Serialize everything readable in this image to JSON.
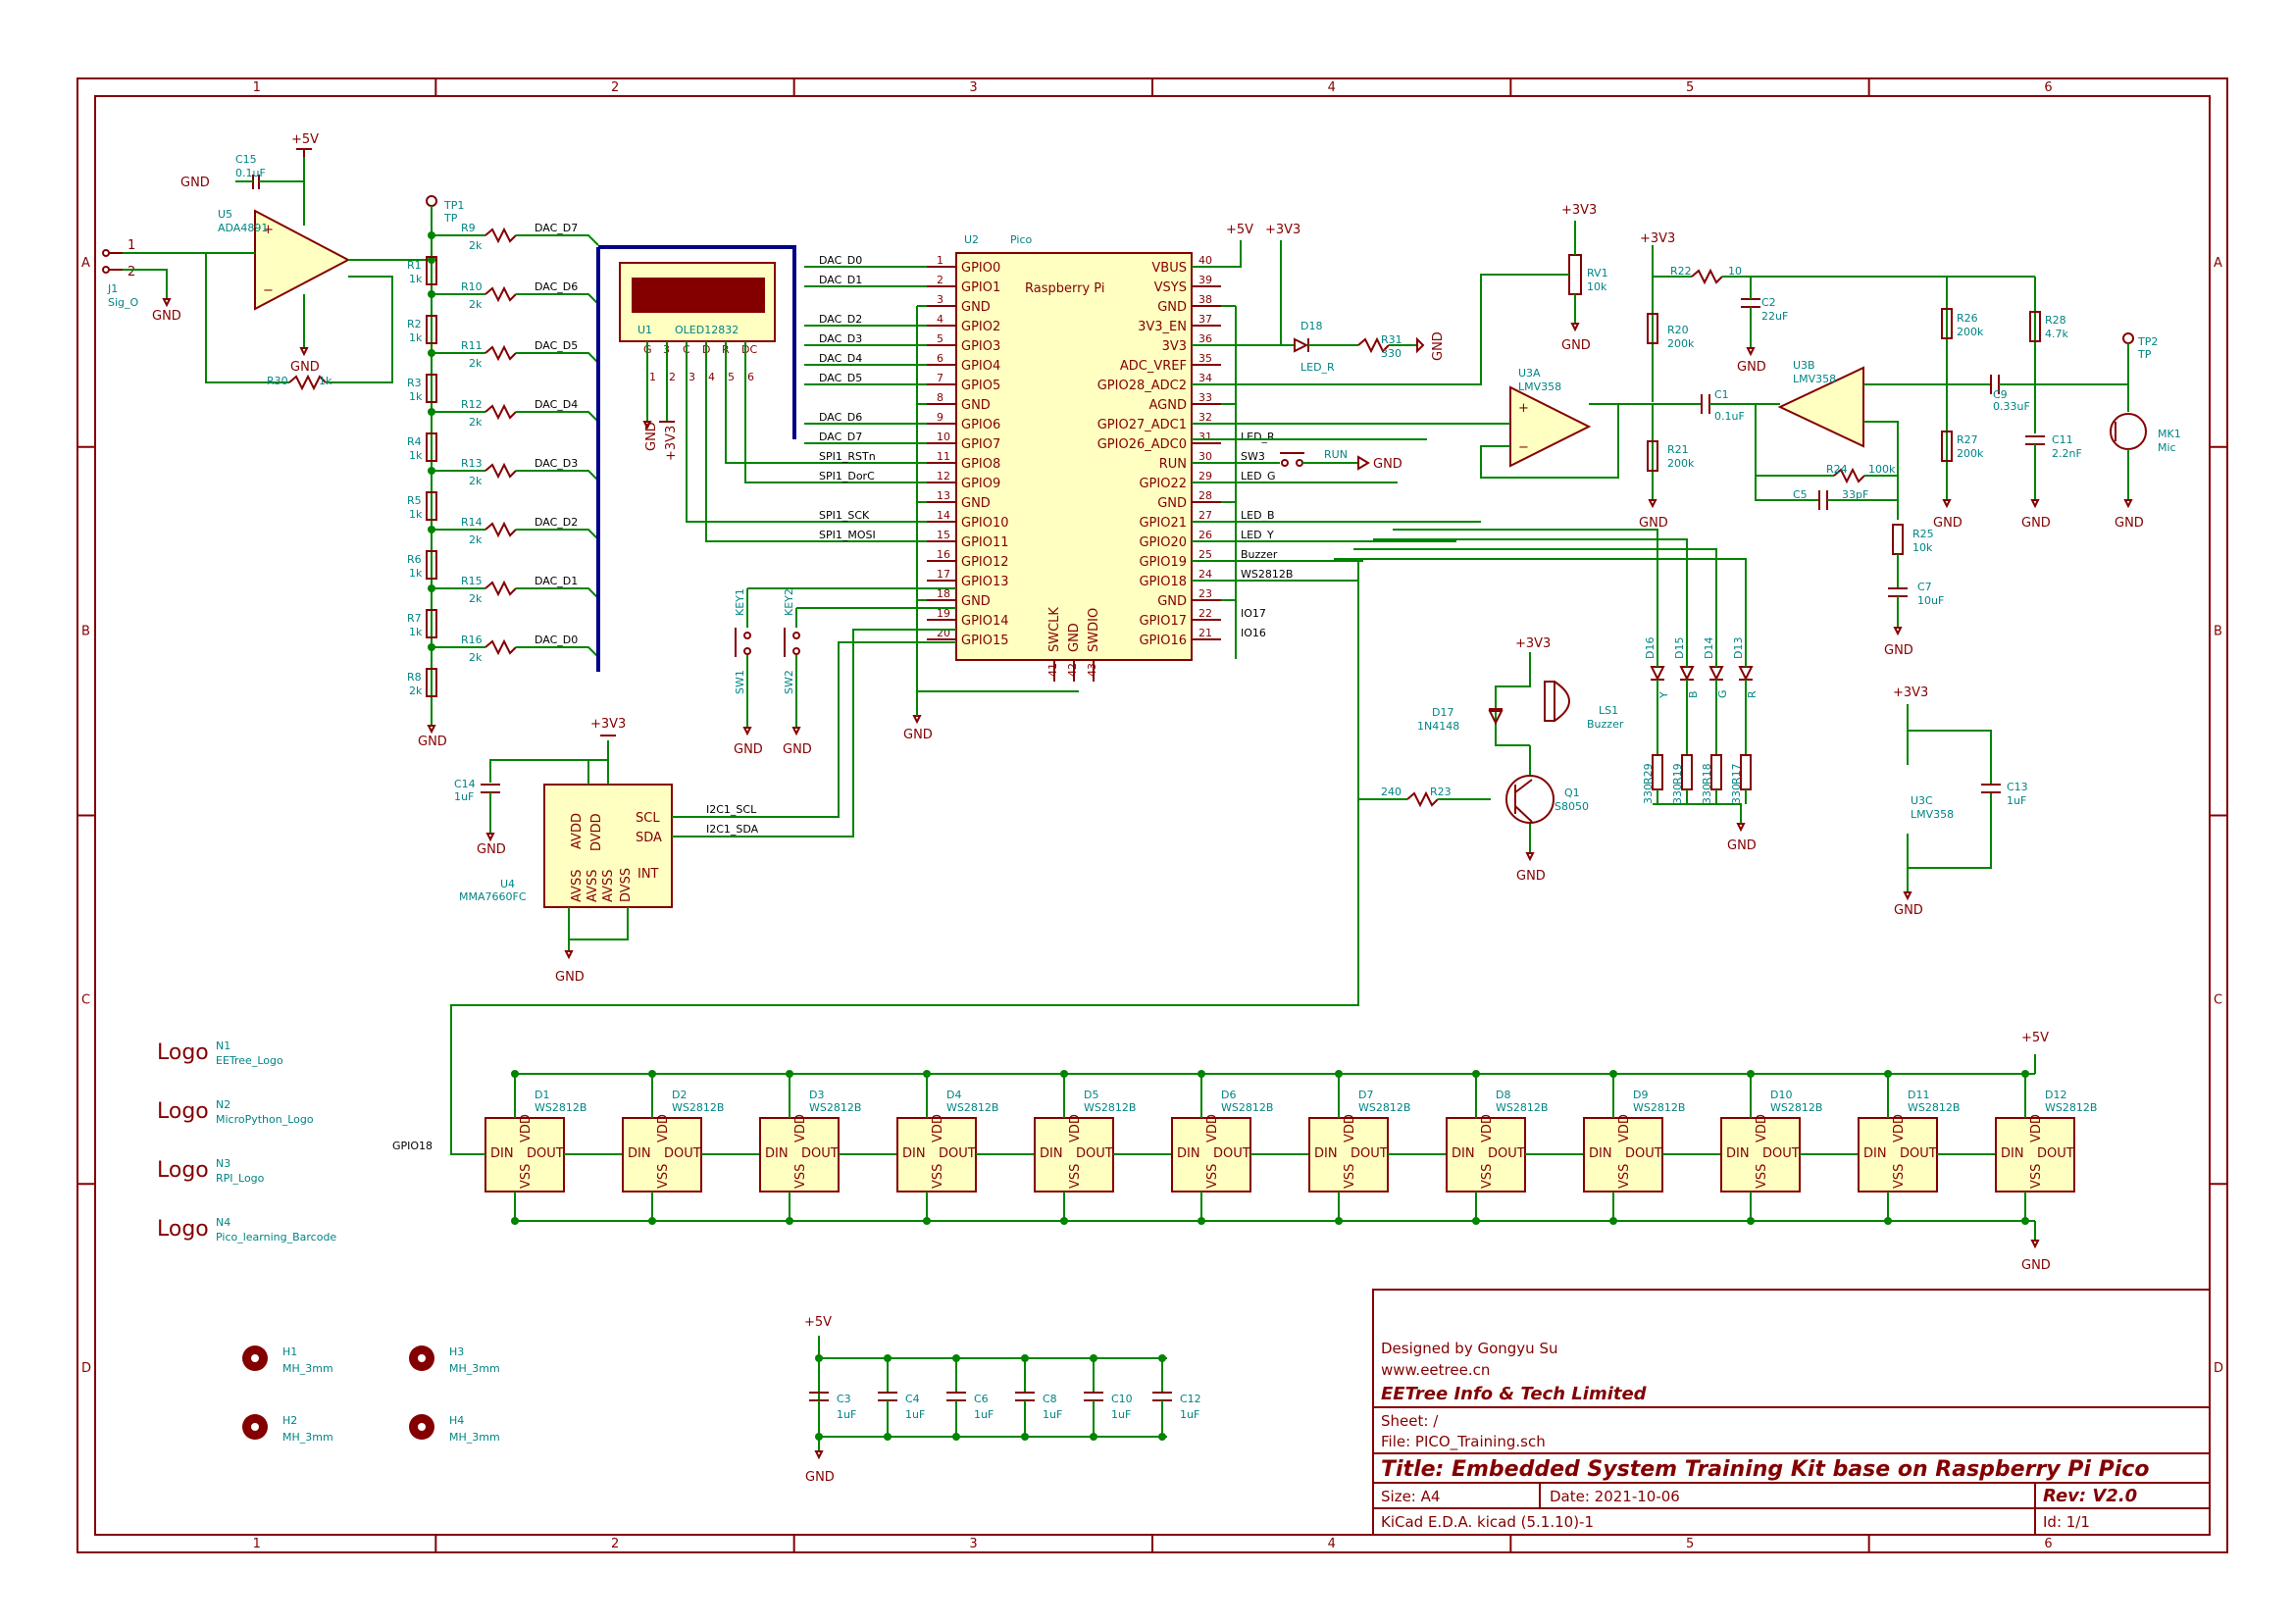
{
  "frame": {
    "columns": [
      "1",
      "2",
      "3",
      "4",
      "5",
      "6"
    ],
    "rows": [
      "A",
      "B",
      "C",
      "D"
    ]
  },
  "title_block": {
    "designed_by": "Designed by Gongyu Su",
    "website": "www.eetree.cn",
    "company": "EETree Info & Tech Limited",
    "sheet": "Sheet: /",
    "file": "File: PICO_Training.sch",
    "title": "Title: Embedded System Training Kit base on Raspberry Pi Pico",
    "size": "Size: A4",
    "date": "Date: 2021-10-06",
    "rev": "Rev: V2.0",
    "tool": "KiCad E.D.A.  kicad (5.1.10)-1",
    "id": "Id: 1/1"
  },
  "pico": {
    "ref": "U2",
    "value": "Pico",
    "label": "Raspberry Pi",
    "left_pins": [
      {
        "num": "1",
        "name": "GPIO0",
        "net": "DAC_D0"
      },
      {
        "num": "2",
        "name": "GPIO1",
        "net": "DAC_D1"
      },
      {
        "num": "3",
        "name": "GND",
        "net": ""
      },
      {
        "num": "4",
        "name": "GPIO2",
        "net": "DAC_D2"
      },
      {
        "num": "5",
        "name": "GPIO3",
        "net": "DAC_D3"
      },
      {
        "num": "6",
        "name": "GPIO4",
        "net": "DAC_D4"
      },
      {
        "num": "7",
        "name": "GPIO5",
        "net": "DAC_D5"
      },
      {
        "num": "8",
        "name": "GND",
        "net": ""
      },
      {
        "num": "9",
        "name": "GPIO6",
        "net": "DAC_D6"
      },
      {
        "num": "10",
        "name": "GPIO7",
        "net": "DAC_D7"
      },
      {
        "num": "11",
        "name": "GPIO8",
        "net": "SPI1_RSTn"
      },
      {
        "num": "12",
        "name": "GPIO9",
        "net": "SPI1_DorC"
      },
      {
        "num": "13",
        "name": "GND",
        "net": ""
      },
      {
        "num": "14",
        "name": "GPIO10",
        "net": "SPI1_SCK"
      },
      {
        "num": "15",
        "name": "GPIO11",
        "net": "SPI1_MOSI"
      },
      {
        "num": "16",
        "name": "GPIO12",
        "net": ""
      },
      {
        "num": "17",
        "name": "GPIO13",
        "net": ""
      },
      {
        "num": "18",
        "name": "GND",
        "net": ""
      },
      {
        "num": "19",
        "name": "GPIO14",
        "net": ""
      },
      {
        "num": "20",
        "name": "GPIO15",
        "net": ""
      }
    ],
    "right_pins": [
      {
        "num": "40",
        "name": "VBUS",
        "net": ""
      },
      {
        "num": "39",
        "name": "VSYS",
        "net": ""
      },
      {
        "num": "38",
        "name": "GND",
        "net": ""
      },
      {
        "num": "37",
        "name": "3V3_EN",
        "net": ""
      },
      {
        "num": "36",
        "name": "3V3",
        "net": ""
      },
      {
        "num": "35",
        "name": "ADC_VREF",
        "net": ""
      },
      {
        "num": "34",
        "name": "GPIO28_ADC2",
        "net": ""
      },
      {
        "num": "33",
        "name": "AGND",
        "net": ""
      },
      {
        "num": "32",
        "name": "GPIO27_ADC1",
        "net": ""
      },
      {
        "num": "31",
        "name": "GPIO26_ADC0",
        "net": "LED_R"
      },
      {
        "num": "30",
        "name": "RUN",
        "net": "SW3"
      },
      {
        "num": "29",
        "name": "GPIO22",
        "net": "LED_G"
      },
      {
        "num": "28",
        "name": "GND",
        "net": ""
      },
      {
        "num": "27",
        "name": "GPIO21",
        "net": "LED_B"
      },
      {
        "num": "26",
        "name": "GPIO20",
        "net": "LED_Y"
      },
      {
        "num": "25",
        "name": "GPIO19",
        "net": "Buzzer"
      },
      {
        "num": "24",
        "name": "GPIO18",
        "net": "WS2812B"
      },
      {
        "num": "23",
        "name": "GND",
        "net": ""
      },
      {
        "num": "22",
        "name": "GPIO17",
        "net": "IO17"
      },
      {
        "num": "21",
        "name": "GPIO16",
        "net": "IO16"
      }
    ],
    "bottom_pins": [
      {
        "num": "41",
        "name": "SWCLK"
      },
      {
        "num": "42",
        "name": "GND"
      },
      {
        "num": "43",
        "name": "SWDIO"
      }
    ]
  },
  "dac_ladder": {
    "series": [
      {
        "ref": "R9",
        "value": "2k",
        "net": "DAC_D7"
      },
      {
        "ref": "R10",
        "value": "2k",
        "net": "DAC_D6"
      },
      {
        "ref": "R11",
        "value": "2k",
        "net": "DAC_D5"
      },
      {
        "ref": "R12",
        "value": "2k",
        "net": "DAC_D4"
      },
      {
        "ref": "R13",
        "value": "2k",
        "net": "DAC_D3"
      },
      {
        "ref": "R14",
        "value": "2k",
        "net": "DAC_D2"
      },
      {
        "ref": "R15",
        "value": "2k",
        "net": "DAC_D1"
      },
      {
        "ref": "R16",
        "value": "2k",
        "net": "DAC_D0"
      }
    ],
    "shunt": [
      {
        "ref": "R1",
        "value": "1k"
      },
      {
        "ref": "R2",
        "value": "1k"
      },
      {
        "ref": "R3",
        "value": "1k"
      },
      {
        "ref": "R4",
        "value": "1k"
      },
      {
        "ref": "R5",
        "value": "1k"
      },
      {
        "ref": "R6",
        "value": "1k"
      },
      {
        "ref": "R7",
        "value": "1k"
      },
      {
        "ref": "R8",
        "value": "2k"
      }
    ],
    "tp1": "TP1",
    "tp1_value": "TP",
    "gnd": "GND"
  },
  "buffer": {
    "u5": "U5",
    "u5_value": "ADA4891",
    "c15": "C15",
    "c15_value": "0.1uF",
    "r30": "R30",
    "r30_value": "1k",
    "j1": "J1",
    "j1_value": "Sig_O",
    "pin1": "1",
    "pin2": "2",
    "p5v": "+5V",
    "gnd": "GND"
  },
  "oled": {
    "ref": "U1",
    "value": "OLED12832",
    "pins": [
      "G",
      "3",
      "C",
      "D",
      "R",
      "DC"
    ],
    "pin_nums": [
      "1",
      "2",
      "3",
      "4",
      "5",
      "6"
    ],
    "gnd": "GND",
    "v33": "+3V3"
  },
  "keys": {
    "key1": "KEY1",
    "key2": "KEY2",
    "sw1": "SW1",
    "sw2": "SW2",
    "gnd": "GND"
  },
  "accel": {
    "ref": "U4",
    "value": "MMA7660FC",
    "left": [
      "AVDD",
      "DVDD"
    ],
    "right": [
      "SCL",
      "SDA",
      "INT"
    ],
    "bottom": [
      "AVSS",
      "AVSS",
      "AVSS",
      "DVSS"
    ],
    "scl_net": "I2C1_SCL",
    "sda_net": "I2C1_SDA",
    "c14": "C14",
    "c14_value": "1uF",
    "v33": "+3V3",
    "gnd": "GND"
  },
  "mic": {
    "rv1": "RV1",
    "rv1_value": "10k",
    "r22": "R22",
    "r22_value": "10",
    "c2": "C2",
    "c2_value": "22uF",
    "r20": "R20",
    "r20_value": "200k",
    "r21": "R21",
    "r21_value": "200k",
    "u3a": "U3A",
    "u3a_value": "LMV358",
    "c1": "C1",
    "c1_value": "0.1uF",
    "u3b": "U3B",
    "u3b_value": "LMV358",
    "r24": "R24",
    "r24_value": "100k",
    "c5": "C5",
    "c5_value": "33pF",
    "r25": "R25",
    "r25_value": "10k",
    "c7": "C7",
    "c7_value": "10uF",
    "r26": "R26",
    "r26_value": "200k",
    "r27": "R27",
    "r27_value": "200k",
    "r28": "R28",
    "r28_value": "4.7k",
    "c9": "C9",
    "c9_value": "0.33uF",
    "c11": "C11",
    "c11_value": "2.2nF",
    "mk1": "MK1",
    "mk1_value": "Mic",
    "tp2": "TP2",
    "tp2_value": "TP",
    "v33": "+3V3",
    "gnd": "GND"
  },
  "led_section": {
    "d18": "D18",
    "d18_value": "LED_R",
    "r31": "R31",
    "r31_value": "330",
    "leds": [
      {
        "ref": "D16",
        "color": "Y"
      },
      {
        "ref": "D15",
        "color": "B"
      },
      {
        "ref": "D14",
        "color": "G"
      },
      {
        "ref": "D13",
        "color": "R"
      }
    ],
    "resistors": [
      {
        "ref": "R29",
        "value": "330"
      },
      {
        "ref": "R19",
        "value": "330"
      },
      {
        "ref": "R18",
        "value": "330"
      },
      {
        "ref": "R17",
        "value": "330"
      }
    ],
    "gnd": "GND"
  },
  "buzzer": {
    "ls1": "LS1",
    "ls1_value": "Buzzer",
    "d17": "D17",
    "d17_value": "1N4148",
    "q1": "Q1",
    "q1_value": "S8050",
    "r23": "R23",
    "r23_value": "240",
    "v33": "+3V3",
    "gnd": "GND"
  },
  "u3c": {
    "ref": "U3C",
    "value": "LMV358",
    "c13": "C13",
    "c13_value": "1uF",
    "v33": "+3V3",
    "gnd": "GND"
  },
  "ws2812": {
    "input_net": "GPIO18",
    "value": "WS2812B",
    "refs": [
      "D1",
      "D2",
      "D3",
      "D4",
      "D5",
      "D6",
      "D7",
      "D8",
      "D9",
      "D10",
      "D11",
      "D12"
    ],
    "p5v": "+5V",
    "gnd": "GND"
  },
  "logos": [
    {
      "ref": "N1",
      "value": "EETree_Logo",
      "text": "Logo"
    },
    {
      "ref": "N2",
      "value": "MicroPython_Logo",
      "text": "Logo"
    },
    {
      "ref": "N3",
      "value": "RPI_Logo",
      "text": "Logo"
    },
    {
      "ref": "N4",
      "value": "Pico_learning_Barcode",
      "text": "Logo"
    }
  ],
  "holes": [
    {
      "ref": "H1",
      "value": "MH_3mm"
    },
    {
      "ref": "H2",
      "value": "MH_3mm"
    },
    {
      "ref": "H3",
      "value": "MH_3mm"
    },
    {
      "ref": "H4",
      "value": "MH_3mm"
    }
  ],
  "decoupling": {
    "caps": [
      {
        "ref": "C3",
        "value": "1uF"
      },
      {
        "ref": "C4",
        "value": "1uF"
      },
      {
        "ref": "C6",
        "value": "1uF"
      },
      {
        "ref": "C8",
        "value": "1uF"
      },
      {
        "ref": "C10",
        "value": "1uF"
      },
      {
        "ref": "C12",
        "value": "1uF"
      }
    ],
    "p5v": "+5V",
    "gnd": "GND"
  },
  "power_labels": {
    "p5v": "+5V",
    "v33": "+3V3",
    "gnd": "GND",
    "run": "RUN"
  },
  "colors": {
    "symbol": "#840000",
    "symbol_fill": "#ffffc2",
    "wire": "#008400",
    "bus": "#000084",
    "ref_text": "#008484",
    "net_text": "#000000"
  }
}
